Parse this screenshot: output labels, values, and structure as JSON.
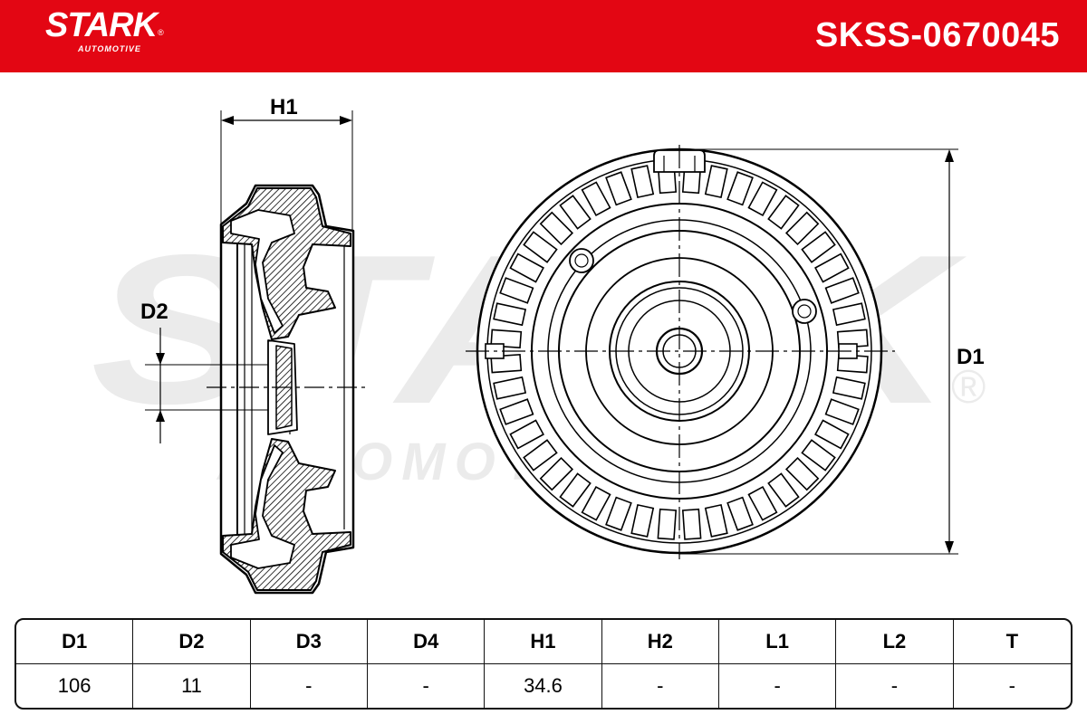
{
  "header": {
    "brand_name": "STARK",
    "brand_registered": "®",
    "brand_sub": "AUTOMOTIVE",
    "part_number": "SKSS-0670045",
    "background_color": "#e30613"
  },
  "watermark": {
    "text": "STARK",
    "sub_text": "AUTOMOTIVE",
    "registered": "®"
  },
  "drawing": {
    "labels": {
      "h1": "H1",
      "d1": "D1",
      "d2": "D2"
    }
  },
  "spec_table": {
    "headers": [
      "D1",
      "D2",
      "D3",
      "D4",
      "H1",
      "H2",
      "L1",
      "L2",
      "T"
    ],
    "values": [
      "106",
      "11",
      "-",
      "-",
      "34.6",
      "-",
      "-",
      "-",
      "-"
    ]
  }
}
